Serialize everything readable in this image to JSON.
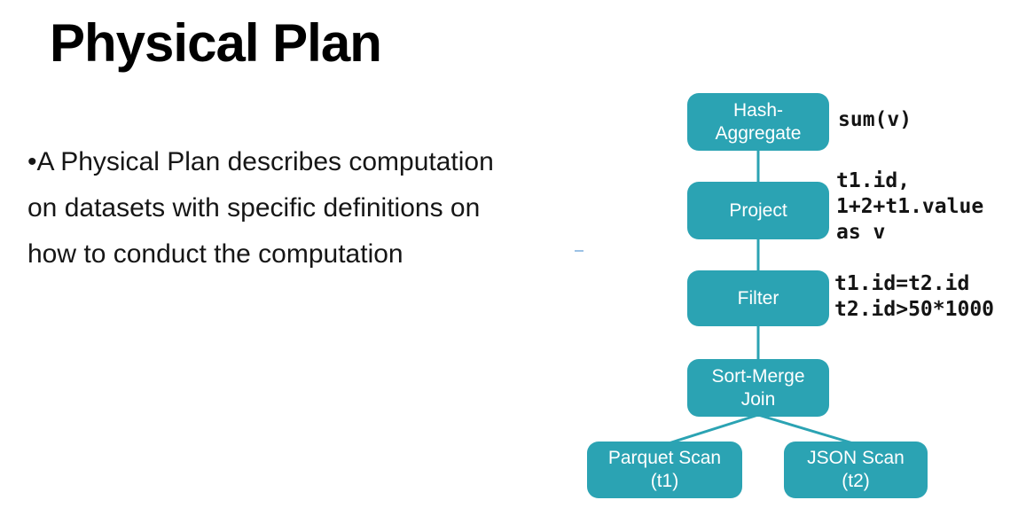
{
  "slide": {
    "title": "Physical Plan",
    "bullet_lines": [
      "•A Physical Plan describes computation",
      "on datasets with specific definitions on",
      "how to conduct the computation"
    ]
  },
  "colors": {
    "node_fill": "#2ba3b3",
    "node_text": "#ffffff",
    "body_text": "#161616",
    "annotation_text": "#141414",
    "artifact_blue": "#9cc2e5"
  },
  "diagram": {
    "nodes": [
      {
        "id": "hash-aggregate",
        "label": "Hash-\nAggregate"
      },
      {
        "id": "project",
        "label": "Project"
      },
      {
        "id": "filter",
        "label": "Filter"
      },
      {
        "id": "sort-merge-join",
        "label": "Sort-Merge\nJoin"
      },
      {
        "id": "parquet-scan",
        "label": "Parquet Scan\n(t1)"
      },
      {
        "id": "json-scan",
        "label": "JSON Scan\n(t2)"
      }
    ],
    "annotations": [
      {
        "for": "hash-aggregate",
        "text": "sum(v)"
      },
      {
        "for": "project",
        "text": "t1.id,\n1+2+t1.value\nas v"
      },
      {
        "for": "filter",
        "text": "t1.id=t2.id\nt2.id>50*1000"
      }
    ]
  }
}
